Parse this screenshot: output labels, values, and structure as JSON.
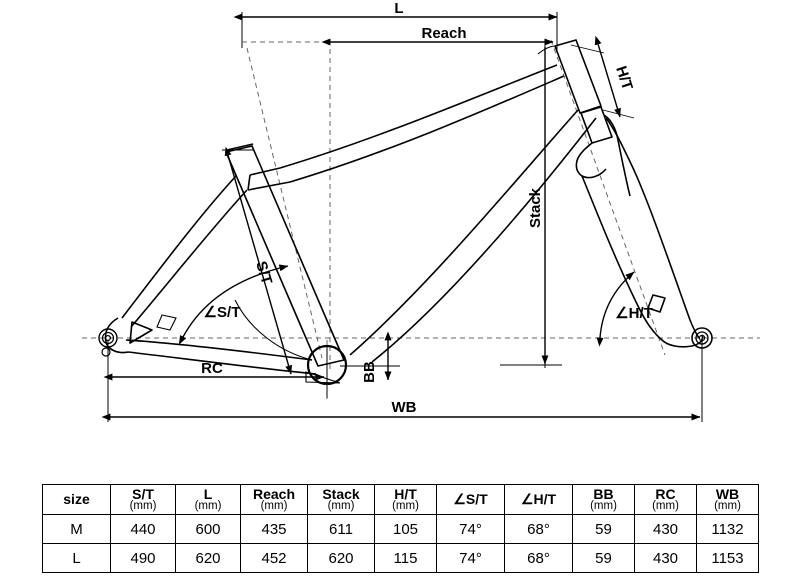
{
  "diagram": {
    "title": "bicycle-frame-geometry",
    "labels": {
      "length": "L",
      "reach": "Reach",
      "head_tube": "H/T",
      "seat_tube": "S/T",
      "seat_tube_angle": "∠S/T",
      "head_tube_angle": "∠H/T",
      "stack": "Stack",
      "bb_drop": "BB",
      "rear_center": "RC",
      "wheelbase": "WB"
    },
    "colors": {
      "line": "#000000",
      "background": "#ffffff",
      "dashed": "#555555"
    }
  },
  "table": {
    "headers": [
      {
        "name": "size",
        "unit": ""
      },
      {
        "name": "S/T",
        "unit": "(mm)"
      },
      {
        "name": "L",
        "unit": "(mm)"
      },
      {
        "name": "Reach",
        "unit": "(mm)"
      },
      {
        "name": "Stack",
        "unit": "(mm)"
      },
      {
        "name": "H/T",
        "unit": "(mm)"
      },
      {
        "name": "∠S/T",
        "unit": ""
      },
      {
        "name": "∠H/T",
        "unit": ""
      },
      {
        "name": "BB",
        "unit": "(mm)"
      },
      {
        "name": "RC",
        "unit": "(mm)"
      },
      {
        "name": "WB",
        "unit": "(mm)"
      }
    ],
    "rows": [
      {
        "size": "M",
        "st": "440",
        "l": "600",
        "reach": "435",
        "stack": "611",
        "ht": "105",
        "st_angle": "74°",
        "ht_angle": "68°",
        "bb": "59",
        "rc": "430",
        "wb": "1132"
      },
      {
        "size": "L",
        "st": "490",
        "l": "620",
        "reach": "452",
        "stack": "620",
        "ht": "115",
        "st_angle": "74°",
        "ht_angle": "68°",
        "bb": "59",
        "rc": "430",
        "wb": "1153"
      }
    ]
  }
}
